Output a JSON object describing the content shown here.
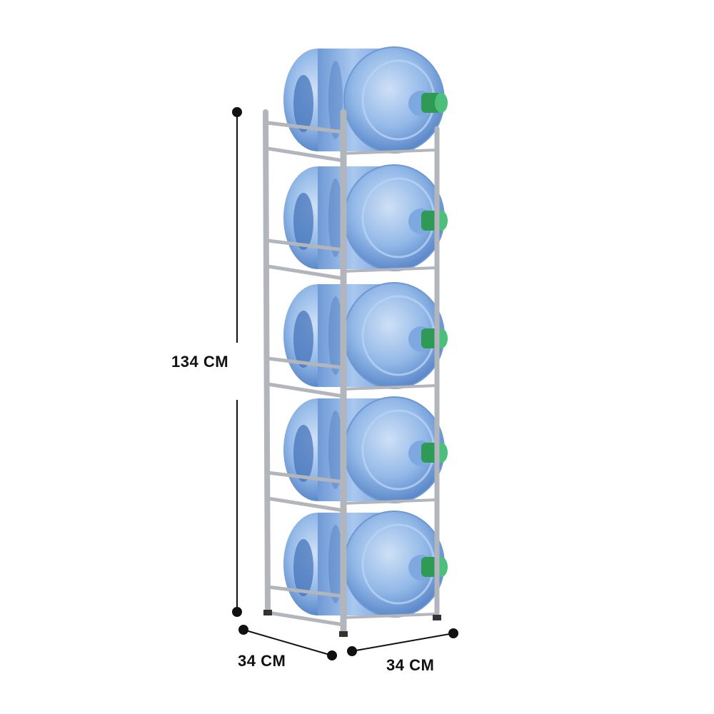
{
  "product": {
    "shelves": 5,
    "colors": {
      "frame": "#b9bcc2",
      "bottle": "#8fb6e6",
      "bottle_dark": "#3f6fb8",
      "cap": "#2e9a55",
      "dimension": "#111111"
    }
  },
  "dimensions": {
    "height_label": "134 CM",
    "depth_label": "34 CM",
    "width_label": "34 CM"
  }
}
